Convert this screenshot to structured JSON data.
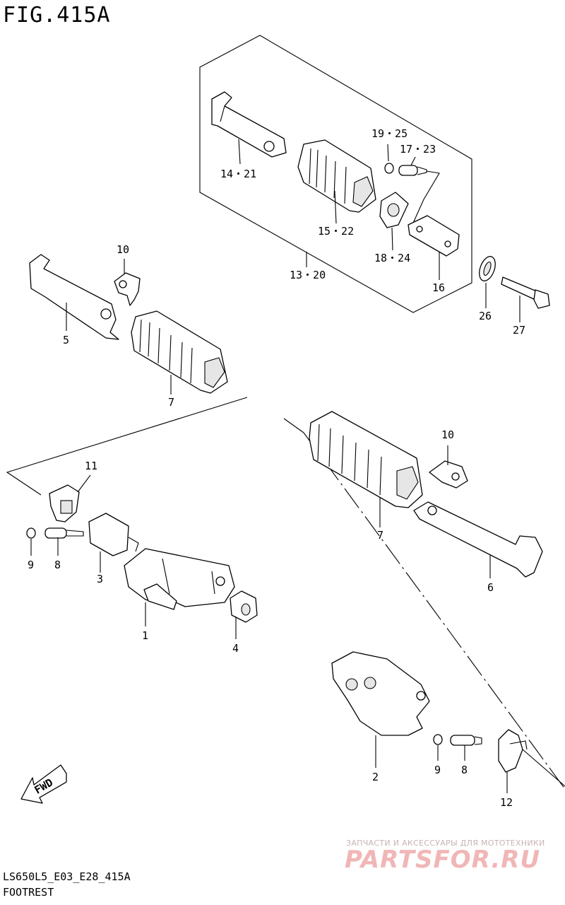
{
  "figure": {
    "title": "FIG.415A"
  },
  "callouts": {
    "c14_21": "14・21",
    "c19_25": "19・25",
    "c17_23": "17・23",
    "c15_22": "15・22",
    "c18_24": "18・24",
    "c13_20": "13・20",
    "c16": "16",
    "c26": "26",
    "c27": "27",
    "c10a": "10",
    "c5": "5",
    "c7a": "7",
    "c11": "11",
    "c9a": "9",
    "c8a": "8",
    "c3": "3",
    "c1": "1",
    "c4": "4",
    "c10b": "10",
    "c7b": "7",
    "c6": "6",
    "c2": "2",
    "c9b": "9",
    "c8b": "8",
    "c12": "12"
  },
  "fwd_arrow": {
    "label": "FWD"
  },
  "footer": {
    "model_code": "LS650L5_E03_E28_415A",
    "section_name": "FOOTREST"
  },
  "watermark": {
    "tagline": "ЗАПЧАСТИ И АКСЕССУАРЫ ДЛЯ МОТОТЕХНИКИ",
    "brand": "PARTSFOR.RU"
  }
}
